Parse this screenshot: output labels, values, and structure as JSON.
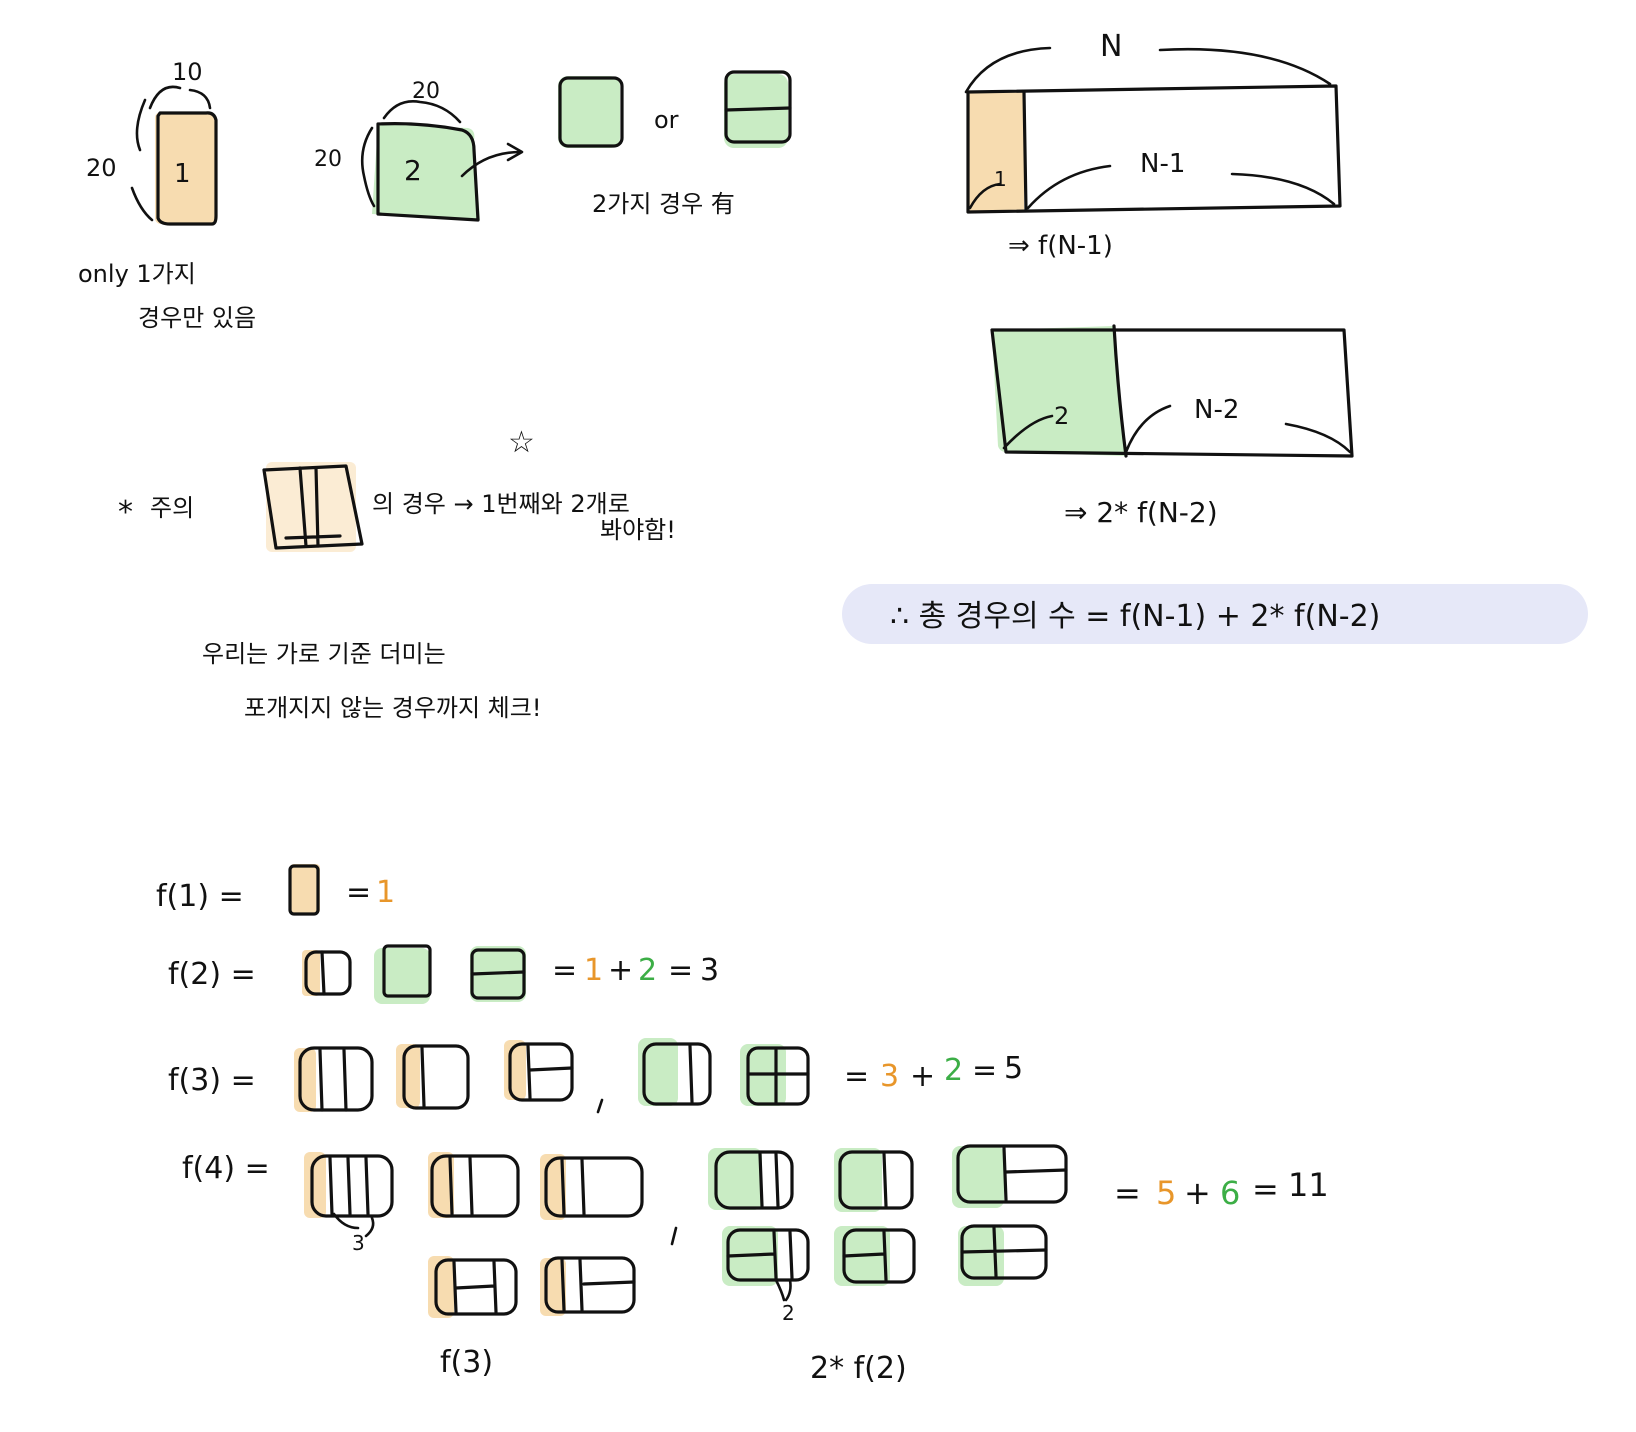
{
  "tile_1x2": {
    "top_dim": "10",
    "side_dim": "20",
    "label": "1",
    "note_line1": "only 1가지",
    "note_line2": "경우만 있음"
  },
  "tile_2x2": {
    "top_dim": "20",
    "side_dim": "20",
    "label": "2",
    "word_or": "or",
    "note": "2가지 경우 有"
  },
  "case_n1": {
    "top_label": "N",
    "inner_label": "N-1",
    "tile_label": "1",
    "result": "⇒ f(N-1)"
  },
  "case_n2": {
    "inner_label": "N-2",
    "tile_label": "2",
    "result": "⇒ 2* f(N-2)"
  },
  "caution": {
    "star": "*",
    "prefix": "주의",
    "mid": "의 경우 → 1번째와 2개로",
    "end": "봐야함!",
    "mark": "☆"
  },
  "remark": {
    "line1": "우리는 가로 기준 더미는",
    "line2": "포개지지 않는 경우까지 체크!"
  },
  "formula": {
    "text": "∴ 총 경우의 수 = f(N-1) + 2* f(N-2)",
    "bg_color": "#e6e8f8"
  },
  "examples": {
    "f1": {
      "label": "f(1) =",
      "eq": "=",
      "val": "1"
    },
    "f2": {
      "label": "f(2) =",
      "eq": "=",
      "a": "1",
      "plus": "+",
      "b": "2",
      "eq2": "=",
      "total": "3"
    },
    "f3": {
      "label": "f(3) =",
      "eq": "=",
      "a": "3",
      "plus": "+",
      "b": "2",
      "eq2": "=",
      "total": "5"
    },
    "f4": {
      "label": "f(4) =",
      "eq": "=",
      "a": "5",
      "plus": "+",
      "b": "6",
      "eq2": "=",
      "total": "11",
      "note3": "3",
      "note2": "2"
    }
  },
  "footer": {
    "left": "f(3)",
    "right": "2* f(2)"
  },
  "colors": {
    "orange": "#e8962a",
    "green": "#3cae46",
    "orange_fill": "#f7dcb0",
    "green_fill": "#c9ecc4"
  }
}
